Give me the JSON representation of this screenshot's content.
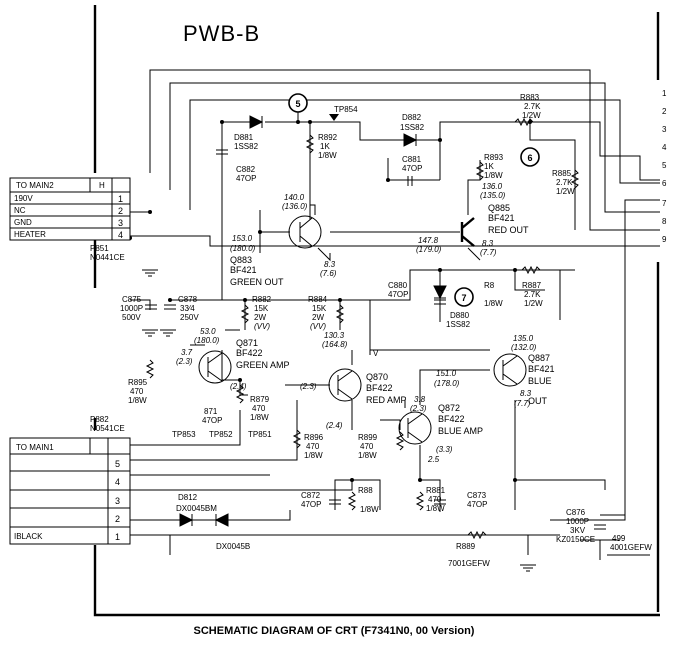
{
  "board": "PWB-B",
  "caption": "SCHEMATIC DIAGRAM OF CRT (F7341N0, 00 Version)",
  "connector_main2": {
    "title": "TO MAIN2",
    "tag": "H",
    "pins": [
      {
        "name": "190V",
        "num": "1"
      },
      {
        "name": "NC",
        "num": "2"
      },
      {
        "name": "GND",
        "num": "3"
      },
      {
        "name": "HEATER",
        "num": "4"
      }
    ],
    "ref": "P851",
    "part": "N0441CE"
  },
  "connector_main1": {
    "title": "TO MAIN1",
    "pins": [
      {
        "name": "",
        "num": "5"
      },
      {
        "name": "",
        "num": "4"
      },
      {
        "name": "",
        "num": "3"
      },
      {
        "name": "",
        "num": "2"
      },
      {
        "name": "IBLACK",
        "num": "1"
      }
    ],
    "ref": "P882",
    "part": "N0541CE"
  },
  "right_pins": [
    "1",
    "2",
    "3",
    "4",
    "5",
    "6",
    "7",
    "8",
    "9"
  ],
  "test_points": [
    "5",
    "6",
    "7"
  ],
  "labels": {
    "tp854": "TP854",
    "d882": [
      "D882",
      "1SS82"
    ],
    "r883": [
      "R883",
      "2.7K",
      "1/2W"
    ],
    "d881": [
      "D881",
      "1SS82"
    ],
    "c882": [
      "C882",
      "47OP"
    ],
    "r892": [
      "R892",
      "1K",
      "1/8W"
    ],
    "c881": [
      "C881",
      "47OP"
    ],
    "r893": [
      "R893",
      "1K",
      "1/8W"
    ],
    "r885": [
      "R885",
      "2.7K",
      "1/2W"
    ],
    "q885": [
      "Q885",
      "BF421",
      "RED OUT"
    ],
    "q885_v": [
      "136.0",
      "(135.0)"
    ],
    "q883_v": [
      "140.0",
      "(136.0)"
    ],
    "q883": [
      "Q883",
      "BF421",
      "GREEN OUT"
    ],
    "q883_e": [
      "153.0",
      "(180.0)"
    ],
    "q883_b": [
      "8.3",
      "(7.6)"
    ],
    "q885_e": [
      "147.8",
      "(179.0)"
    ],
    "q885_b": [
      "8.3",
      "(7.7)"
    ],
    "c875": [
      "C875",
      "1000P",
      "500V"
    ],
    "c878": [
      "C878",
      "33⁄4",
      "250V"
    ],
    "r882": [
      "R882",
      "15K",
      "2W",
      "(VV)"
    ],
    "r884": [
      "R884",
      "15K",
      "2W",
      "(VV)"
    ],
    "c880": [
      "C880",
      "47OP"
    ],
    "r8x": [
      "R8",
      "1/8W"
    ],
    "r887": [
      "R887",
      "2.7K",
      "1/2W"
    ],
    "d880": [
      "D880",
      "1SS82"
    ],
    "q871_c": [
      "53.0",
      "(180.0)"
    ],
    "q871": [
      "Q871",
      "BF422",
      "GREEN AMP"
    ],
    "r884_v": [
      "130.3",
      "(164.8)"
    ],
    "q871_b": [
      "3.7",
      "(2.3)"
    ],
    "q887": [
      "Q887",
      "BF421",
      "BLUE",
      "OUT"
    ],
    "q887_e": [
      "135.0",
      "(132.0)"
    ],
    "q870_v": [
      "151.0",
      "(178.0)"
    ],
    "r895": [
      "R895",
      "470",
      "1/8W"
    ],
    "q871_e": [
      "(2.4)"
    ],
    "r879": [
      "R879",
      "470",
      "1/8W"
    ],
    "q870_b": [
      "(2.3)"
    ],
    "q870": [
      "Q870",
      "BF422",
      "RED AMP"
    ],
    "c871": [
      "871",
      "47OP"
    ],
    "tps": [
      "TP853",
      "TP852",
      "TP851"
    ],
    "q872_v": [
      "3.8",
      "(2.3)"
    ],
    "q872": [
      "Q872",
      "BF422",
      "BLUE AMP"
    ],
    "q887_b": [
      "8.3",
      "(7.7)"
    ],
    "q870_e": [
      "(2.4)"
    ],
    "r896": [
      "R896",
      "470",
      "1/8W"
    ],
    "r899": [
      "R899",
      "470",
      "1/8W"
    ],
    "q872_e": [
      "(3.3)",
      "2.5"
    ],
    "d812": [
      "D812",
      "DX0045BM"
    ],
    "c872": [
      "C872",
      "47OP"
    ],
    "r88": [
      "R88",
      "1/8W"
    ],
    "r881": [
      "R881",
      "470",
      "1/8W"
    ],
    "c873": [
      "C873",
      "47OP"
    ],
    "c876": [
      "C876",
      "1000P",
      "3KV",
      "KZ0150CE"
    ],
    "spark": [
      "499",
      "4001GEFW"
    ],
    "dx": "DX0045B",
    "r889": [
      "R889",
      "7001GEFW"
    ],
    "vmark": "V"
  }
}
